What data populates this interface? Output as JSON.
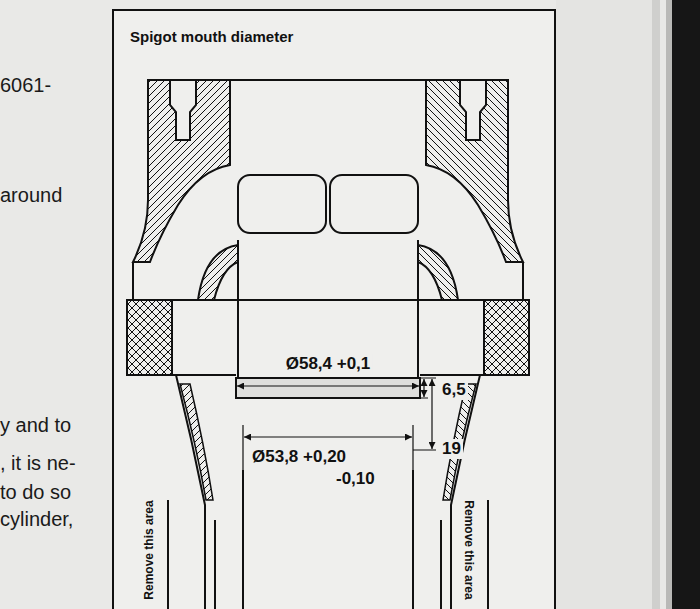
{
  "diagram": {
    "title": "Spigot mouth diameter",
    "labels": [
      "6061-",
      "around",
      "y and to",
      ", it is ne-",
      "to do so",
      "cylinder,",
      "Ø58,4 +0,1",
      "6,5",
      "19",
      "Ø53,8 +0,20",
      "-0,10",
      "Remove this area",
      "Remove this area"
    ]
  }
}
